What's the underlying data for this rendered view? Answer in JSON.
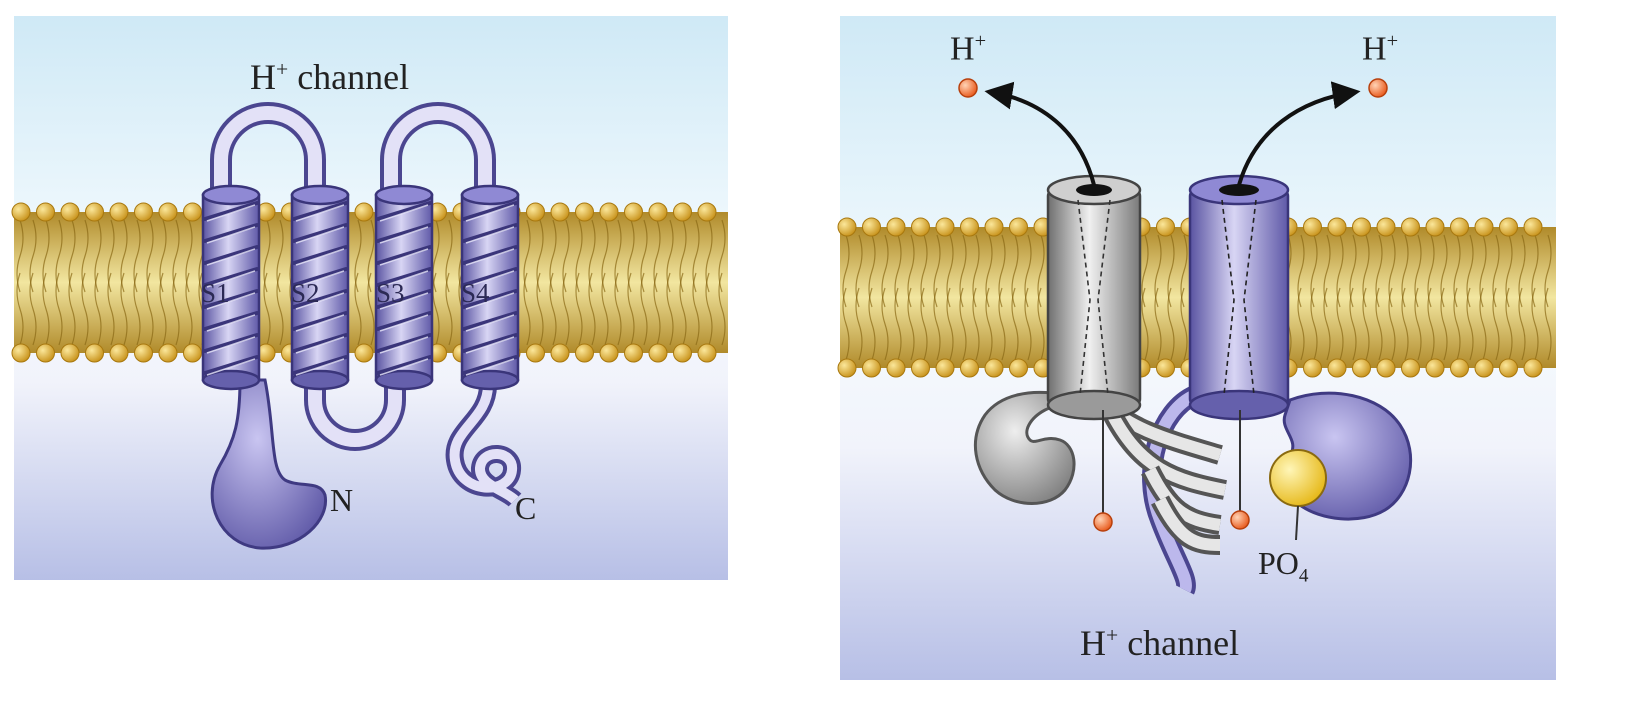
{
  "left_panel": {
    "title": {
      "base": "H",
      "sup": "+",
      "rest": " channel"
    },
    "segments": [
      "S1",
      "S2",
      "S3",
      "S4"
    ],
    "terminal_n": "N",
    "terminal_c": "C"
  },
  "right_panel": {
    "proton_left": {
      "base": "H",
      "sup": "+"
    },
    "proton_right": {
      "base": "H",
      "sup": "+"
    },
    "phosphate": {
      "base": "PO",
      "sub": "4"
    },
    "caption": {
      "base": "H",
      "sup": "+",
      "rest": " channel"
    }
  },
  "colors": {
    "purple": "#7a74c2",
    "gray": "#a8a8a8",
    "lipid_head": "#d4a424",
    "proton": "#f07a3a",
    "phosphate": "#f4d63a"
  }
}
